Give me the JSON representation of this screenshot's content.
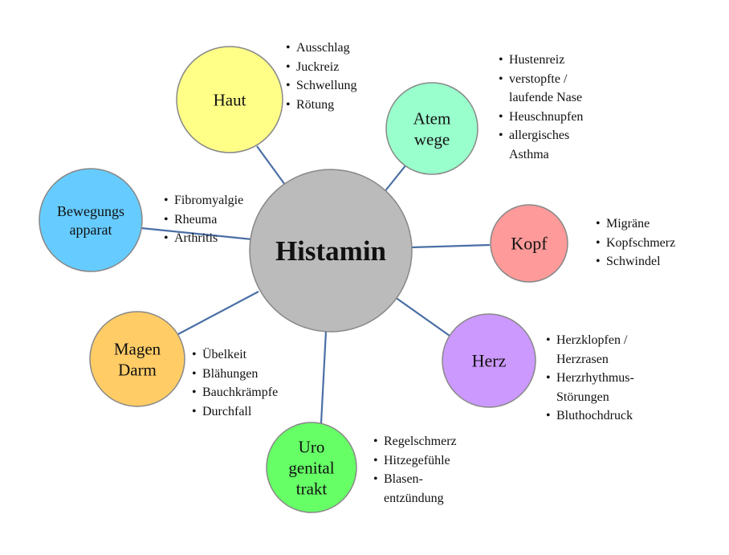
{
  "center": {
    "label": "Histamin"
  },
  "nodes": [
    {
      "id": "haut",
      "label_lines": [
        "Haut"
      ],
      "color": "#ffff88",
      "items": [
        "Ausschlag",
        "Juckreiz",
        "Schwellung",
        "Rötung"
      ]
    },
    {
      "id": "atemwege",
      "label_lines": [
        "Atem",
        "wege"
      ],
      "color": "#99ffcc",
      "items": [
        "Hustenreiz",
        "verstopfte /\nlaufende Nase",
        "Heuschnupfen",
        "allergisches\nAsthma"
      ]
    },
    {
      "id": "kopf",
      "label_lines": [
        "Kopf"
      ],
      "color": "#ff9a9a",
      "items": [
        "Migräne",
        "Kopfschmerz",
        "Schwindel"
      ]
    },
    {
      "id": "herz",
      "label_lines": [
        "Herz"
      ],
      "color": "#cc99ff",
      "items": [
        "Herzklopfen /\nHerzrasen",
        "Herzrhythmus-\nStörungen",
        "Bluthochdruck"
      ]
    },
    {
      "id": "urogenitaltrakt",
      "label_lines": [
        "Uro",
        "genital",
        "trakt"
      ],
      "color": "#66ff66",
      "items": [
        "Regelschmerz",
        "Hitzegefühle",
        "Blasen-\nentzündung"
      ]
    },
    {
      "id": "magendarm",
      "label_lines": [
        "Magen",
        "Darm"
      ],
      "color": "#ffcc66",
      "items": [
        "Übelkeit",
        "Blähungen",
        "Bauchkrämpfe",
        "Durchfall"
      ]
    },
    {
      "id": "bewegungsapparat",
      "label_lines": [
        "Bewegungs",
        "apparat"
      ],
      "color": "#66ccff",
      "items": [
        "Fibromyalgie",
        "Rheuma",
        "Arthritis"
      ]
    }
  ],
  "colors": {
    "center": "#bbbbbb",
    "connector": "#4a6fa5",
    "outline": "#888888"
  }
}
